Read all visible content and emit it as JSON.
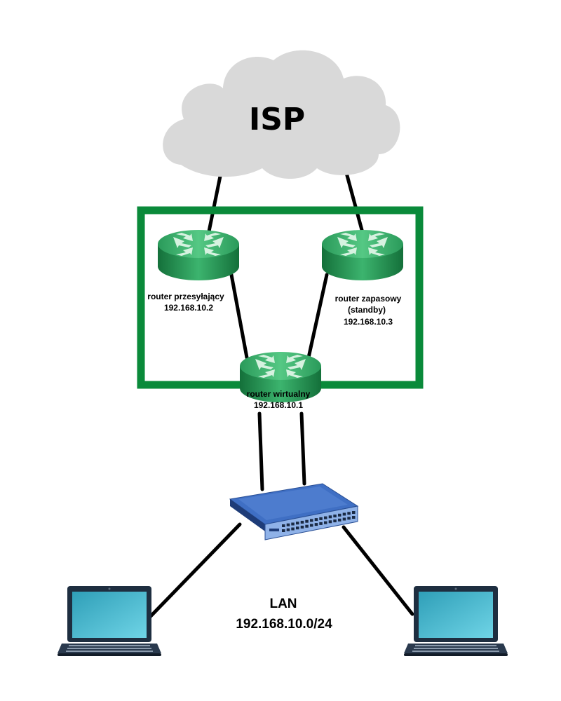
{
  "cloud": {
    "label": "ISP",
    "fill": "#d9d9d9"
  },
  "group": {
    "border_color": "#0a8a3a"
  },
  "routers": {
    "forwarding": {
      "name": "router przesyłający",
      "ip": "192.168.10.2"
    },
    "standby": {
      "name": "router zapasowy",
      "name2": "(standby)",
      "ip": "192.168.10.3"
    },
    "virtual": {
      "name": "router wirtualny",
      "ip": "192.168.10.1"
    }
  },
  "lan": {
    "name": "LAN",
    "subnet": "192.168.10.0/24"
  },
  "colors": {
    "router_top": "#3cb46e",
    "router_side": "#1f8a4c",
    "switch_top": "#4a78c8",
    "switch_front": "#7ea8e0",
    "laptop_screen": "#4bbfd6",
    "laptop_body": "#1e2e40"
  },
  "icons": {
    "cloud": "cloud-icon",
    "router": "router-icon",
    "switch": "switch-icon",
    "laptop": "laptop-icon"
  }
}
